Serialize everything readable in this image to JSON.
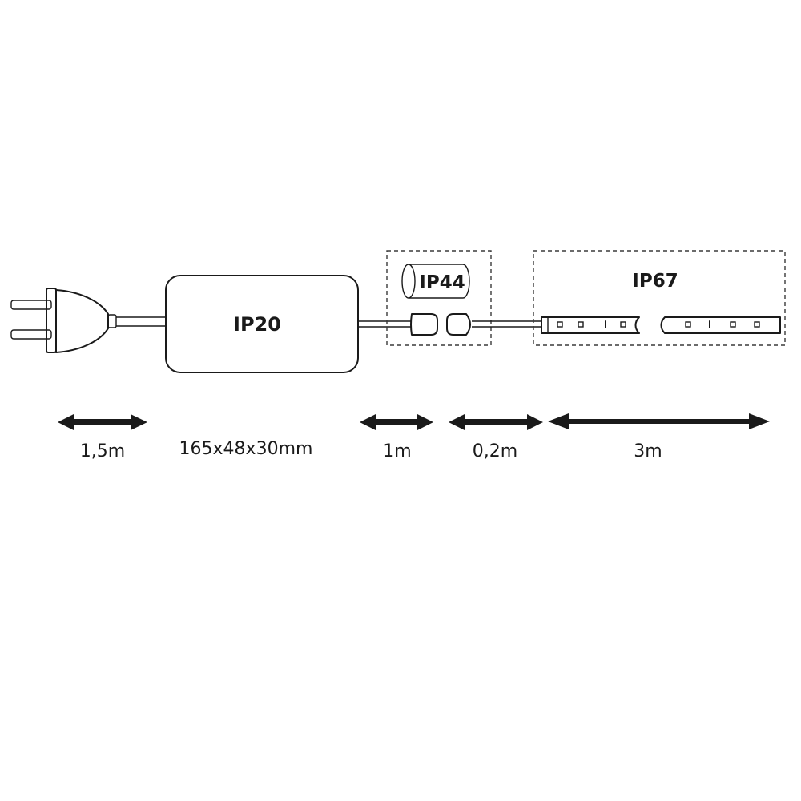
{
  "zones": {
    "adapter_ip": "IP20",
    "connector_ip": "IP44",
    "strip_ip": "IP67"
  },
  "dimensions": {
    "plug_cable": "1,5m",
    "adapter_size": "165x48x30mm",
    "cable_1": "1m",
    "cable_2": "0,2m",
    "strip_length": "3m"
  },
  "colors": {
    "line": "#1a1a1a",
    "background": "#ffffff"
  }
}
